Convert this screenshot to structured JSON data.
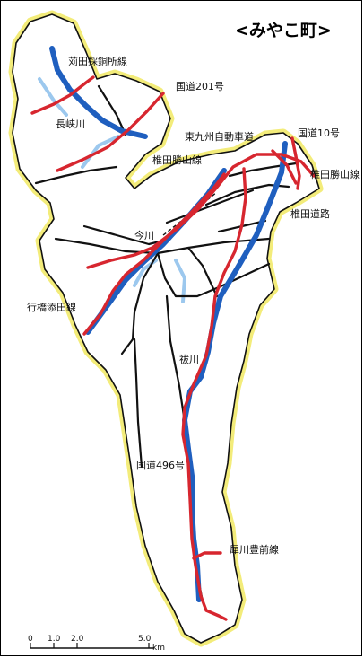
{
  "title": "<みやこ町>",
  "colors": {
    "boundary_glow": "#f3ec7a",
    "boundary": "#111111",
    "river": "#1f5fbf",
    "river_light": "#9cc8ee",
    "route_red": "#d7262f",
    "road_black": "#111111"
  },
  "labels": {
    "karita_saido": "苅田採銅所線",
    "kokudo_201": "国道201号",
    "nagaokyo_river": "長峡川",
    "higashi_kyushu_expressway": "東九州自動車道",
    "kokudo_10": "国道10号",
    "shiida_katsuyama_west": "椎田勝山線",
    "shiida_katsuyama_east": "椎田勝山線",
    "shiida_doro": "椎田道路",
    "imagawa": "今川",
    "yukuhashi_soeda": "行橋添田線",
    "harai_river": "祓川",
    "kokudo_496": "国道496号",
    "saigawa_buzen": "犀川豊前線"
  },
  "scale": {
    "ticks": [
      "0",
      "1.0",
      "2.0",
      "5.0"
    ],
    "unit": "km"
  }
}
